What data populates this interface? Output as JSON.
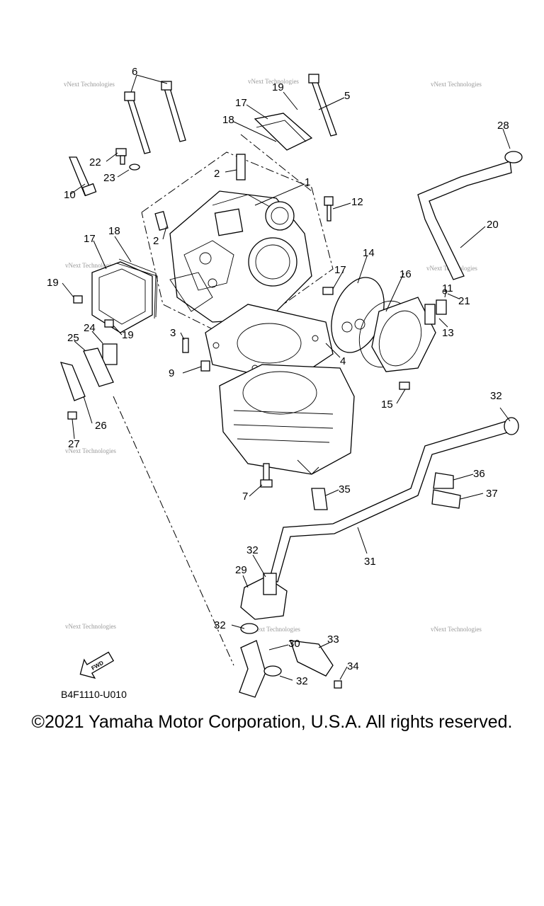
{
  "callouts": [
    "1",
    "2",
    "2",
    "3",
    "4",
    "5",
    "6",
    "7",
    "8",
    "9",
    "10",
    "11",
    "12",
    "13",
    "14",
    "15",
    "16",
    "17",
    "17",
    "18",
    "18",
    "19",
    "19",
    "19",
    "20",
    "21",
    "22",
    "23",
    "24",
    "25",
    "26",
    "27",
    "28",
    "29",
    "30",
    "31",
    "32",
    "32",
    "32",
    "32",
    "33",
    "34",
    "35",
    "36",
    "37"
  ],
  "watermark": "vNext Technologies",
  "diagram_code": "B4F1110-U010",
  "fwd_label": "FWD",
  "copyright": "©2021 Yamaha Motor Corporation, U.S.A. All rights reserved."
}
